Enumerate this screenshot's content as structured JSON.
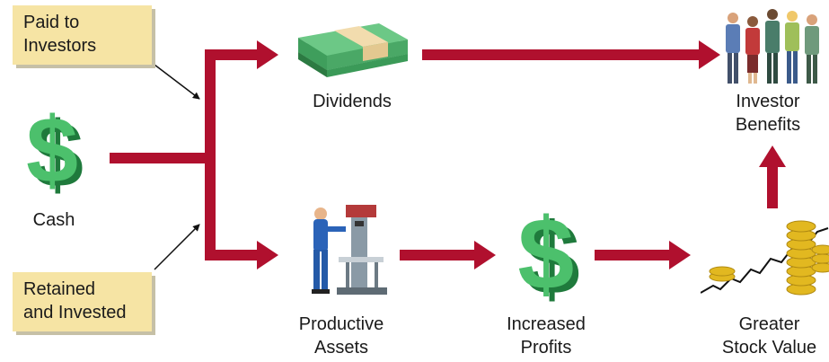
{
  "callouts": {
    "paid": [
      "Paid to",
      "Investors"
    ],
    "retained": [
      "Retained",
      "and Invested"
    ]
  },
  "nodes": {
    "cash": "Cash",
    "dividends": "Dividends",
    "productive_assets": [
      "Productive",
      "Assets"
    ],
    "increased_profits": [
      "Increased",
      "Profits"
    ],
    "investor_benefits": [
      "Investor",
      "Benefits"
    ],
    "greater_stock_value": [
      "Greater",
      "Stock Value"
    ]
  },
  "colors": {
    "arrow": "#b0102e",
    "callout_bg": "#f6e4a4",
    "dollar_green": "#3fb25f",
    "money_green": "#4caf6a",
    "money_band": "#f2dcae",
    "coin_gold": "#e2b820"
  },
  "icons": [
    "dollar-sign-icon",
    "money-stack-icon",
    "worker-drill-press-icon",
    "investor-group-icon",
    "gold-coins-chart-icon"
  ]
}
